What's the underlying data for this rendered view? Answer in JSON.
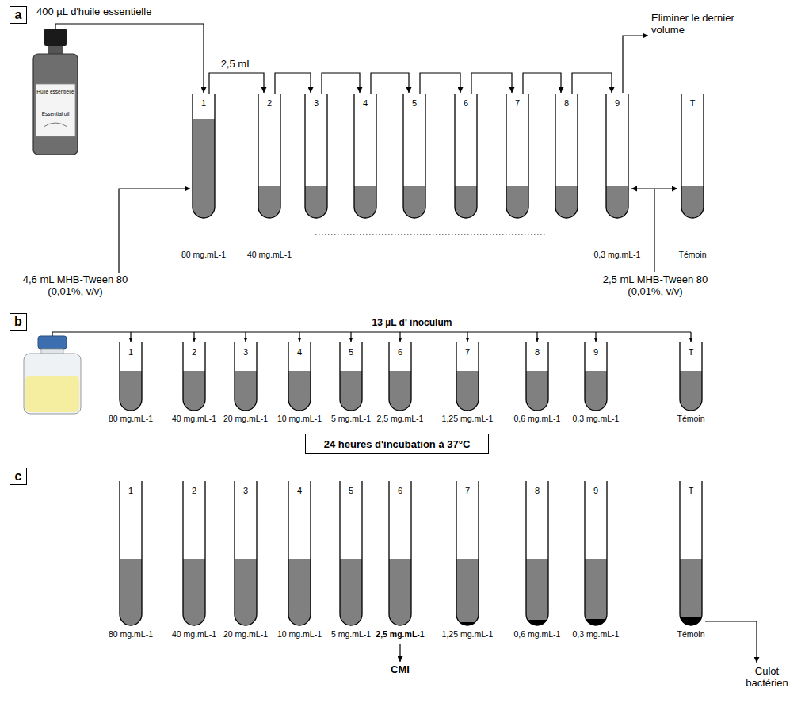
{
  "diagram": {
    "nodes": [
      {
        "text": [
          "a"
        ]
      },
      {
        "text": [
          "1",
          "80 mg.mL-1"
        ]
      },
      {
        "text": [
          "2",
          "40 mg.mL-1"
        ]
      },
      {
        "text": [
          "3"
        ]
      },
      {
        "text": [
          "4"
        ]
      },
      {
        "text": [
          "5"
        ]
      },
      {
        "text": [
          "6"
        ]
      },
      {
        "text": [
          "7"
        ]
      },
      {
        "text": [
          "8"
        ]
      },
      {
        "text": [
          "9",
          "0,3 mg.mL-1"
        ]
      },
      {
        "text": [
          "T",
          "Témoin"
        ]
      },
      {
        "text": [
          "b"
        ]
      },
      {
        "text": [
          "1",
          "80 mg.mL-1"
        ]
      },
      {
        "text": [
          "2",
          "40 mg.mL-1"
        ]
      },
      {
        "text": [
          "3",
          "20 mg.mL-1"
        ]
      },
      {
        "text": [
          "4",
          "10 mg.mL-1"
        ]
      },
      {
        "text": [
          "5",
          "5 mg.mL-1"
        ]
      },
      {
        "text": [
          "6",
          "2,5 mg.mL-1"
        ]
      },
      {
        "text": [
          "7",
          "1,25 mg.mL-1"
        ]
      },
      {
        "text": [
          "8",
          "0,6 mg.mL-1"
        ]
      },
      {
        "text": [
          "9",
          "0,3 mg.mL-1"
        ]
      },
      {
        "text": [
          "T",
          "Témoin"
        ]
      },
      {
        "text": [
          "24 heures d'incubation à 37°C"
        ]
      },
      {
        "text": [
          "c"
        ]
      },
      {
        "text": [
          "1",
          "80 mg.mL-1"
        ]
      },
      {
        "text": [
          "2",
          "40 mg.mL-1"
        ]
      },
      {
        "text": [
          "3",
          "20 mg.mL-1"
        ]
      },
      {
        "text": [
          "4",
          "10 mg.mL-1"
        ]
      },
      {
        "text": [
          "5",
          "5 mg.mL-1"
        ]
      },
      {
        "text": [
          "6",
          "2,5 mg.mL-1"
        ]
      },
      {
        "text": [
          "7",
          "1,25 mg.mL-1"
        ]
      },
      {
        "text": [
          "8",
          "0,6 mg.mL-1"
        ]
      },
      {
        "text": [
          "9",
          "0,3 mg.mL-1"
        ]
      },
      {
        "text": [
          "T",
          "Témoin"
        ]
      }
    ],
    "edges": [
      {
        "from": 1,
        "to": 2,
        "label": "2,5 mL",
        "arrow": "to"
      },
      {
        "from": 2,
        "to": 3,
        "arrow": "to"
      },
      {
        "from": 3,
        "to": 4,
        "arrow": "to"
      },
      {
        "from": 4,
        "to": 5,
        "arrow": "to"
      },
      {
        "from": 5,
        "to": 6,
        "arrow": "to"
      },
      {
        "from": 6,
        "to": 7,
        "arrow": "to"
      },
      {
        "from": 7,
        "to": 8,
        "arrow": "to"
      },
      {
        "from": 8,
        "to": 9,
        "arrow": "to"
      }
    ],
    "labels": [
      "400 µL d'huile essentielle",
      "Huile essentielle",
      "Essential oil",
      "Eliminer le dernier volume",
      "4,6 mL MHB-Tween 80 (0,01%, v/v)",
      "2,5 mL MHB-Tween 80 (0,01%, v/v)",
      "13 µL d' inoculum",
      "CMI",
      "Culot bactérien"
    ]
  }
}
